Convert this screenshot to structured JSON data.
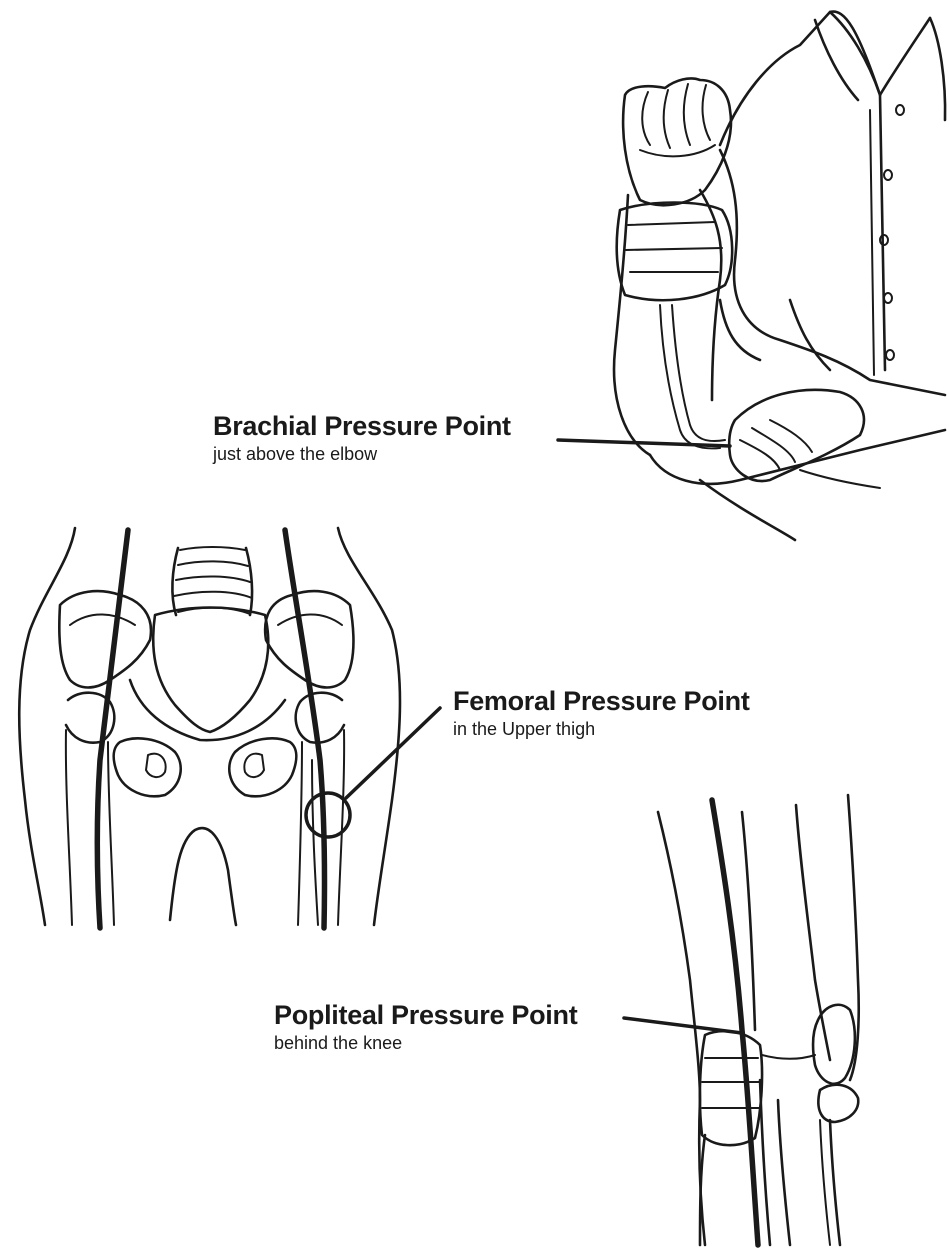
{
  "callouts": {
    "brachial": {
      "title": "Brachial Pressure Point",
      "subtitle": "just above the elbow"
    },
    "femoral": {
      "title": "Femoral Pressure Point",
      "subtitle": "in the Upper thigh"
    },
    "popliteal": {
      "title": "Popliteal Pressure Point",
      "subtitle": "behind the knee"
    }
  },
  "illustrations": {
    "arm": "arm-with-hand-pressing-elbow",
    "pelvis": "pelvis-and-thighs-front-view",
    "knee": "knee-side-view-with-hand"
  },
  "colors": {
    "line": "#1a1a1a",
    "background": "#ffffff"
  }
}
